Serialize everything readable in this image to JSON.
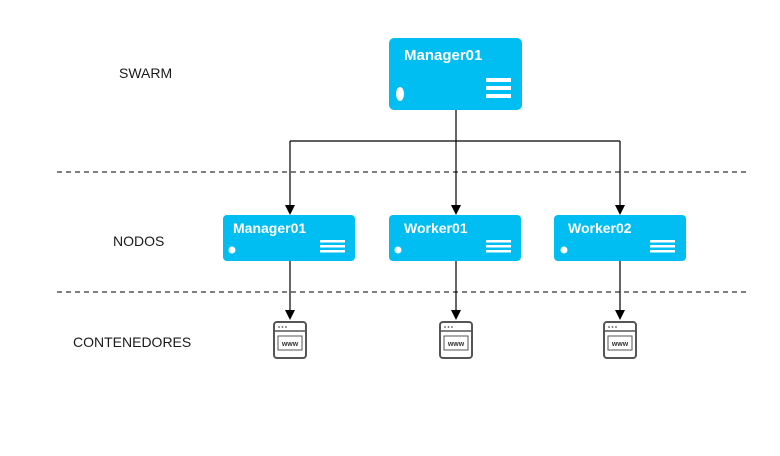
{
  "colors": {
    "node_fill": "#00BEF2",
    "node_detail": "#ffffff",
    "edge": "#000000",
    "divider": "#333333",
    "container_icon": "#555555"
  },
  "layers": {
    "swarm": "SWARM",
    "nodes": "NODOS",
    "containers": "CONTENEDORES"
  },
  "swarm_manager": {
    "title": "Manager01",
    "icon": "server-icon"
  },
  "nodes": [
    {
      "title": "Manager01",
      "icon": "server-icon"
    },
    {
      "title": "Worker01",
      "icon": "server-icon"
    },
    {
      "title": "Worker02",
      "icon": "server-icon"
    }
  ],
  "containers": [
    {
      "label": "www",
      "icon": "web-browser-icon"
    },
    {
      "label": "www",
      "icon": "web-browser-icon"
    },
    {
      "label": "www",
      "icon": "web-browser-icon"
    }
  ]
}
